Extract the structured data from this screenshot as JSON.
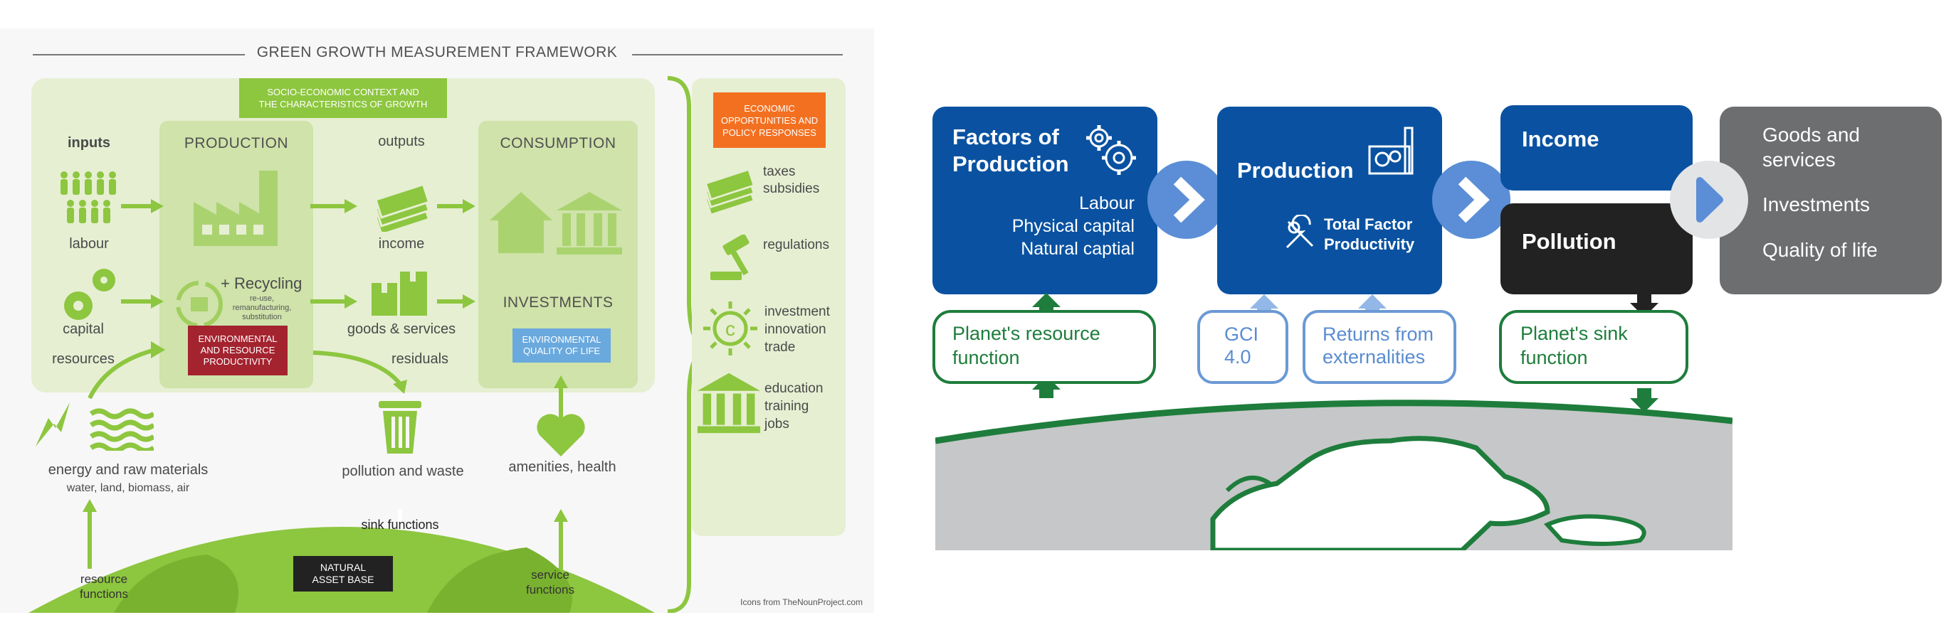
{
  "left": {
    "title": "GREEN GROWTH MEASUREMENT FRAMEWORK",
    "context": "SOCIO-ECONOMIC CONTEXT AND THE CHARACTERISTICS OF GROWTH",
    "inputs": "inputs",
    "production": "PRODUCTION",
    "outputs": "outputs",
    "consumption": "CONSUMPTION",
    "labour": "labour",
    "income": "income",
    "recycling": "+ Recycling",
    "recycling_sub": "re-use, remanufacturing, substitution",
    "capital": "capital",
    "goods": "goods & services",
    "investments": "INVESTMENTS",
    "resources": "resources",
    "residuals": "residuals",
    "env_productivity": "ENVIRONMENTAL AND RESOURCE PRODUCTIVITY",
    "env_quality": "ENVIRONMENTAL QUALITY OF LIFE",
    "energy": "energy and raw materials",
    "energy_sub": "water, land, biomass, air",
    "pollution": "pollution and waste",
    "amenities": "amenities, health",
    "sink": "sink functions",
    "natural_asset": "NATURAL ASSET BASE",
    "resource_functions": "resource functions",
    "service_functions": "service functions",
    "econ_opps": "ECONOMIC OPPORTUNITIES AND POLICY RESPONSES",
    "policy": [
      "taxes subsidies",
      "regulations",
      "investment innovation trade",
      "education training jobs"
    ],
    "credit": "Icons from TheNounProject.com"
  },
  "right": {
    "factors_title": "Factors of Production",
    "factors_items": [
      "Labour",
      "Physical capital",
      "Natural captial"
    ],
    "production_title": "Production",
    "tfp": "Total Factor Productivity",
    "income": "Income",
    "pollution": "Pollution",
    "outcomes": [
      "Goods and services",
      "Investments",
      "Quality of life"
    ],
    "planet_resource": "Planet's resource function",
    "gci": "GCI 4.0",
    "returns": "Returns from externalities",
    "planet_sink": "Planet's sink function"
  },
  "colors": {
    "blue": "#0a52a1",
    "arrow_circle": "#5b8ed6",
    "green": "#1e7d3c",
    "black_box": "#222222",
    "grey_box": "#6d6e70",
    "lime": "#8dc63f",
    "lime_light": "#e6efd2",
    "lime_mid": "#cfe3aa",
    "red_badge": "#a3232f",
    "orange_badge": "#f37021",
    "light_blue_badge": "#6aa9de"
  },
  "icons": [
    "gears-icon",
    "factory-icon",
    "wrench-icon",
    "chevron-right-icon",
    "people-icon",
    "money-icon",
    "house-icon",
    "bank-icon",
    "box-icon",
    "lightning-icon",
    "waves-icon",
    "trash-icon",
    "heart-icon",
    "gavel-icon",
    "bulb-icon"
  ]
}
